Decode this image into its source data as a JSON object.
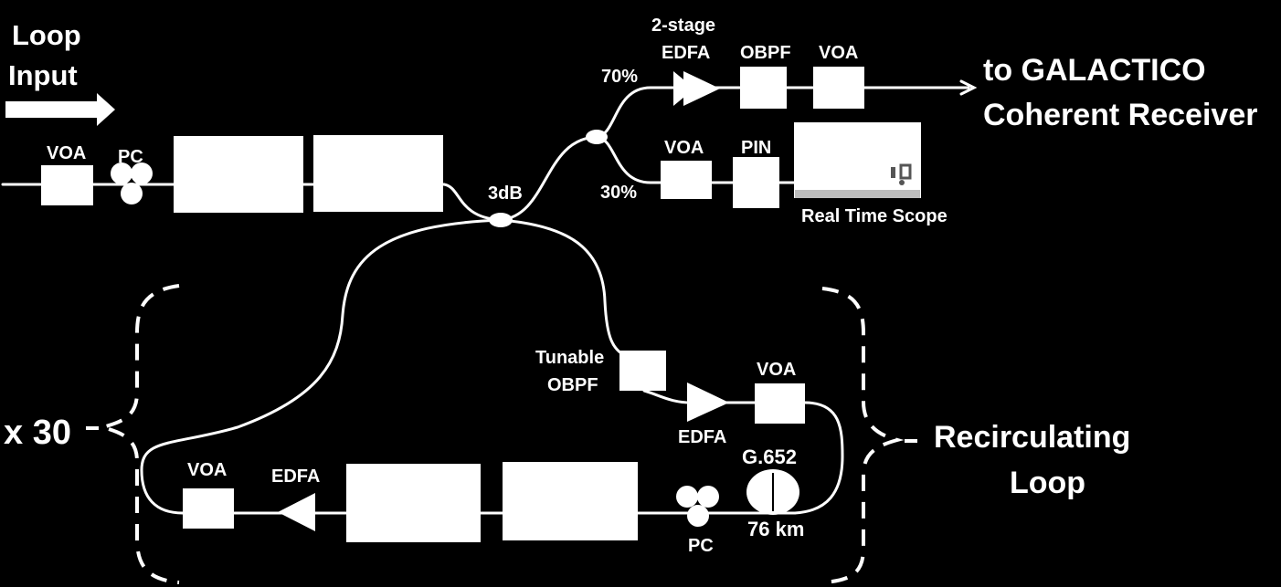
{
  "colors": {
    "background": "#000000",
    "foreground": "#ffffff"
  },
  "labels": {
    "loop_input_line1": "Loop",
    "loop_input_line2": "Input",
    "voa_input": "VOA",
    "pc_input": "PC",
    "coupler_3db": "3dB",
    "split_70": "70%",
    "split_30": "30%",
    "edfa_2stage_line1": "2-stage",
    "edfa_2stage_line2": "EDFA",
    "obpf_out": "OBPF",
    "voa_out": "VOA",
    "voa_scope": "VOA",
    "pin": "PIN",
    "scope": "Real Time Scope",
    "receiver_line1": "to GALACTICO",
    "receiver_line2": "Coherent Receiver",
    "tunable_obpf_line1": "Tunable",
    "tunable_obpf_line2": "OBPF",
    "edfa_loop_top": "EDFA",
    "voa_loop_top": "VOA",
    "fiber_type": "G.652",
    "fiber_length": "76 km",
    "pc_loop": "PC",
    "edfa_loop_bottom": "EDFA",
    "voa_loop_bottom": "VOA",
    "count": "x 30",
    "recirc_line1": "Recirculating",
    "recirc_line2": "Loop"
  }
}
